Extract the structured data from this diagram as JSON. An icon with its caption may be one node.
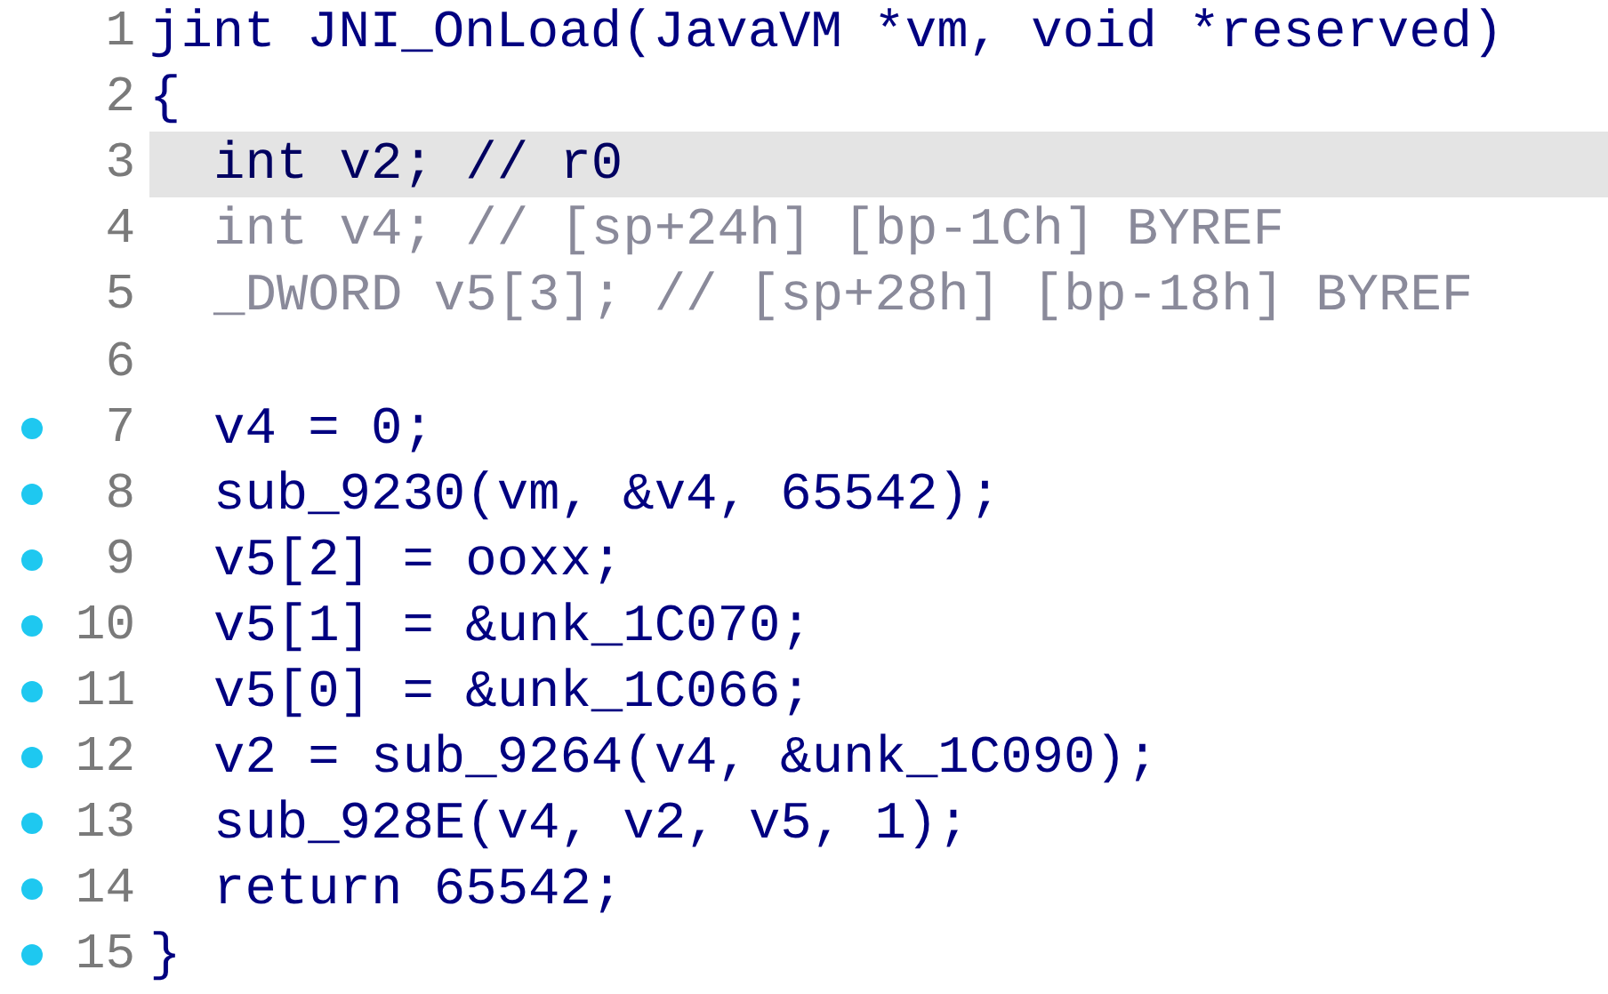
{
  "diagram": {
    "labels": [
      "1",
      "jint JNI_OnLoad(JavaVM *vm, void *reserved)",
      "2",
      "{",
      "3",
      "int v2; // r0",
      "4",
      "int v4; // [sp+24h] [bp-1Ch] BYREF",
      "5",
      "_DWORD v5[3]; // [sp+28h] [bp-18h] BYREF",
      "6",
      "7",
      "v4 = 0;",
      "8",
      "sub_9230(vm, &v4, 65542);",
      "9",
      "v5[2] = ooxx;",
      "10",
      "v5[1] = &unk_1C070;",
      "11",
      "v5[0] = &unk_1C066;",
      "12",
      "v2 = sub_9264(v4, &unk_1C090);",
      "13",
      "sub_928E(v4, v2, v5, 1);",
      "14",
      "return 65542;",
      "15",
      "}"
    ]
  }
}
